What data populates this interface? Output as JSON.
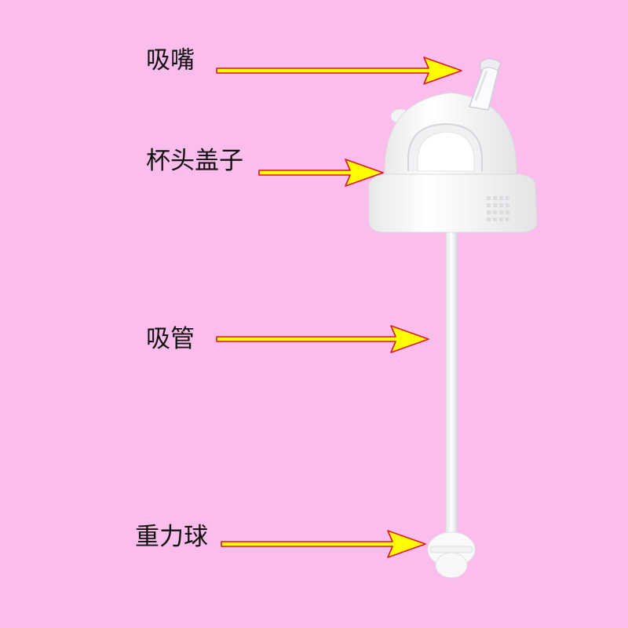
{
  "background_color": "#fbbdec",
  "arrow_color": "#ffff00",
  "arrow_outline_color": "#e2132a",
  "product_color": "#f7f7f7",
  "labels": {
    "mouthpiece": "吸嘴",
    "lid": "杯头盖子",
    "straw": "吸管",
    "weighted_ball": "重力球"
  }
}
